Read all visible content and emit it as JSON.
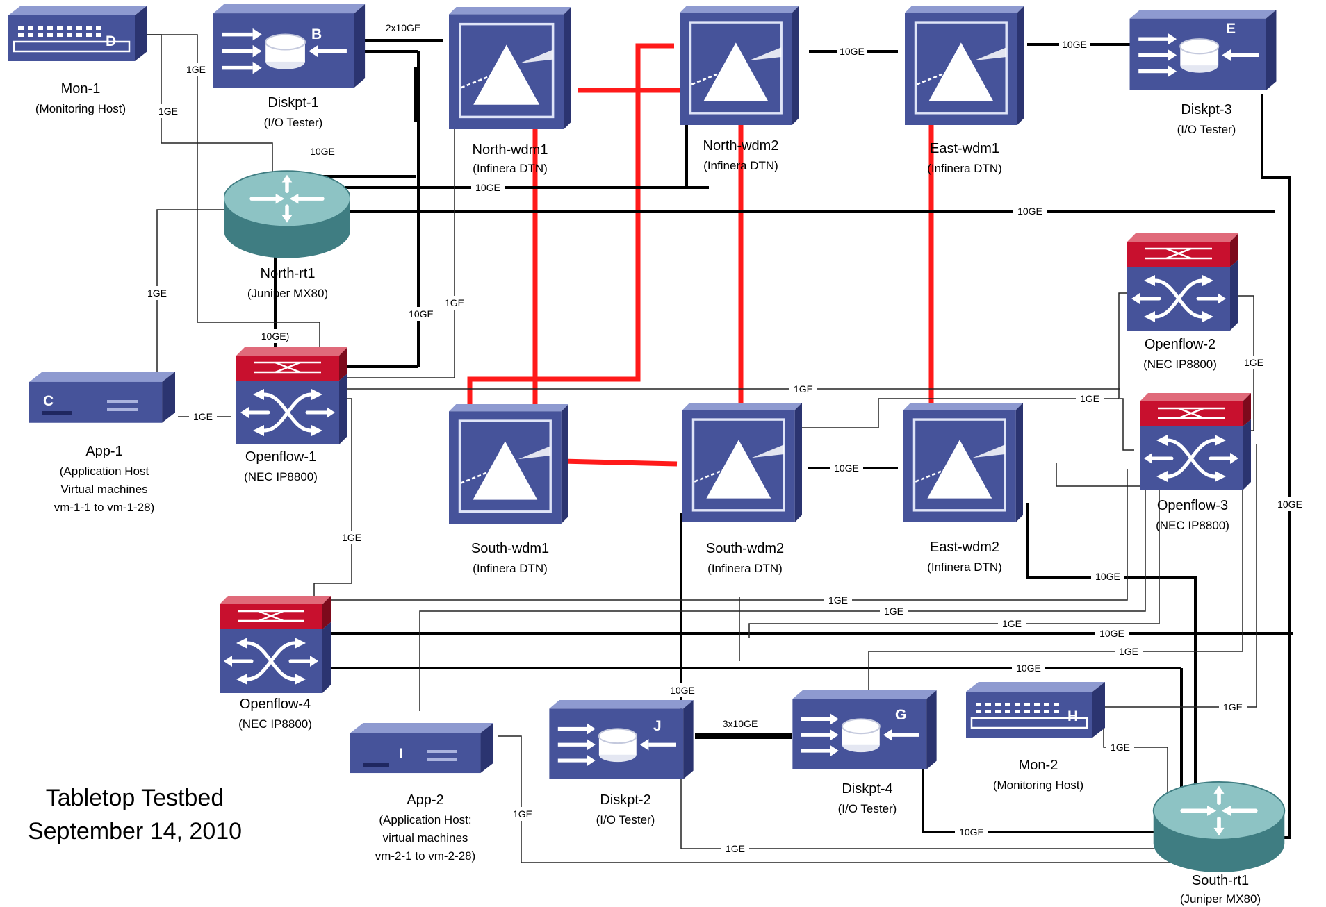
{
  "title": [
    "Tabletop Testbed",
    "September 14, 2010"
  ],
  "colors": {
    "optical_link": "#ff1a1a",
    "ten_ge_link": "#000000",
    "one_ge_link": "#222222",
    "device_front": "#3e4b8f",
    "device_top": "#7d89c3",
    "switch_red": "#c8102e",
    "router_teal": "#5a9d9f"
  },
  "nodes": {
    "mon1": {
      "name": "Mon-1",
      "sub": [
        "(Monitoring Host)"
      ],
      "letter": "D",
      "icon": "monitor-host-icon"
    },
    "diskpt1": {
      "name": "Diskpt-1",
      "sub": [
        "(I/O Tester)"
      ],
      "letter": "B",
      "icon": "io-tester-icon"
    },
    "northwdm1": {
      "name": "North-wdm1",
      "sub": [
        "(Infinera DTN)"
      ],
      "icon": "wdm-prism-icon"
    },
    "northwdm2": {
      "name": "North-wdm2",
      "sub": [
        "(Infinera DTN)"
      ],
      "icon": "wdm-prism-icon"
    },
    "eastwdm1": {
      "name": "East-wdm1",
      "sub": [
        "(Infinera DTN)"
      ],
      "icon": "wdm-prism-icon"
    },
    "diskpt3": {
      "name": "Diskpt-3",
      "sub": [
        "(I/O Tester)"
      ],
      "letter": "E",
      "icon": "io-tester-icon"
    },
    "northrt1": {
      "name": "North-rt1",
      "sub": [
        "(Juniper MX80)"
      ],
      "icon": "router-icon"
    },
    "app1": {
      "name": "App-1",
      "sub": [
        "(Application Host",
        "Virtual machines",
        "vm-1-1 to vm-1-28)"
      ],
      "letter": "C",
      "icon": "app-host-icon"
    },
    "of1": {
      "name": "Openflow-1",
      "sub": [
        "(NEC IP8800)"
      ],
      "icon": "openflow-switch-icon"
    },
    "of2": {
      "name": "Openflow-2",
      "sub": [
        "(NEC IP8800)"
      ],
      "icon": "openflow-switch-icon"
    },
    "of3": {
      "name": "Openflow-3",
      "sub": [
        "(NEC IP8800)"
      ],
      "icon": "openflow-switch-icon"
    },
    "of4": {
      "name": "Openflow-4",
      "sub": [
        "(NEC IP8800)"
      ],
      "icon": "openflow-switch-icon"
    },
    "southwdm1": {
      "name": "South-wdm1",
      "sub": [
        "(Infinera DTN)"
      ],
      "icon": "wdm-prism-icon"
    },
    "southwdm2": {
      "name": "South-wdm2",
      "sub": [
        "(Infinera DTN)"
      ],
      "icon": "wdm-prism-icon"
    },
    "eastwdm2": {
      "name": "East-wdm2",
      "sub": [
        "(Infinera DTN)"
      ],
      "icon": "wdm-prism-icon"
    },
    "app2": {
      "name": "App-2",
      "sub": [
        "(Application Host:",
        "virtual machines",
        "vm-2-1 to vm-2-28)"
      ],
      "letter": "I",
      "icon": "app-host-icon"
    },
    "diskpt2": {
      "name": "Diskpt-2",
      "sub": [
        "(I/O Tester)"
      ],
      "letter": "J",
      "icon": "io-tester-icon"
    },
    "diskpt4": {
      "name": "Diskpt-4",
      "sub": [
        "(I/O Tester)"
      ],
      "letter": "G",
      "icon": "io-tester-icon"
    },
    "mon2": {
      "name": "Mon-2",
      "sub": [
        "(Monitoring Host)"
      ],
      "letter": "H",
      "icon": "monitor-host-icon"
    },
    "southrt1": {
      "name": "South-rt1",
      "sub": [
        "(Juniper MX80)"
      ],
      "icon": "router-icon"
    }
  },
  "link_labels": {
    "l_2x10ge": "2x10GE",
    "l_nw2_ew1": "10GE",
    "l_ew1_d3": "10GE",
    "l_mon1_a": "1GE",
    "l_mon1_b": "1GE",
    "l_d1_rt1": "10GE",
    "l_rt1_nw2": "10GE",
    "l_rt1_long": "10GE",
    "l_app1_rt1": "1GE",
    "l_rt1_of1": "10GE)",
    "l_d1_of1": "10GE",
    "l_nw1_of1": "1GE",
    "l_of1_app1": "1GE",
    "l_of1_long": "1GE",
    "l_of2_of3": "1GE",
    "l_of2_right": "1GE",
    "l_sw2_ew2": "10GE",
    "l_of1_of4": "1GE",
    "l_ew2_srt": "10GE",
    "l_d3_srt": "10GE",
    "l_h1": "1GE",
    "l_h2": "1GE",
    "l_h3": "1GE",
    "l_h4": "10GE",
    "l_h5": "1GE",
    "l_h6": "10GE",
    "l_sw2_d2": "10GE",
    "l_d2_d4": "3x10GE",
    "l_mon2_of3": "1GE",
    "l_mon2_srt": "1GE",
    "l_app2_srt": "1GE",
    "l_d2_srt": "1GE",
    "l_d4_srt": "10GE"
  }
}
